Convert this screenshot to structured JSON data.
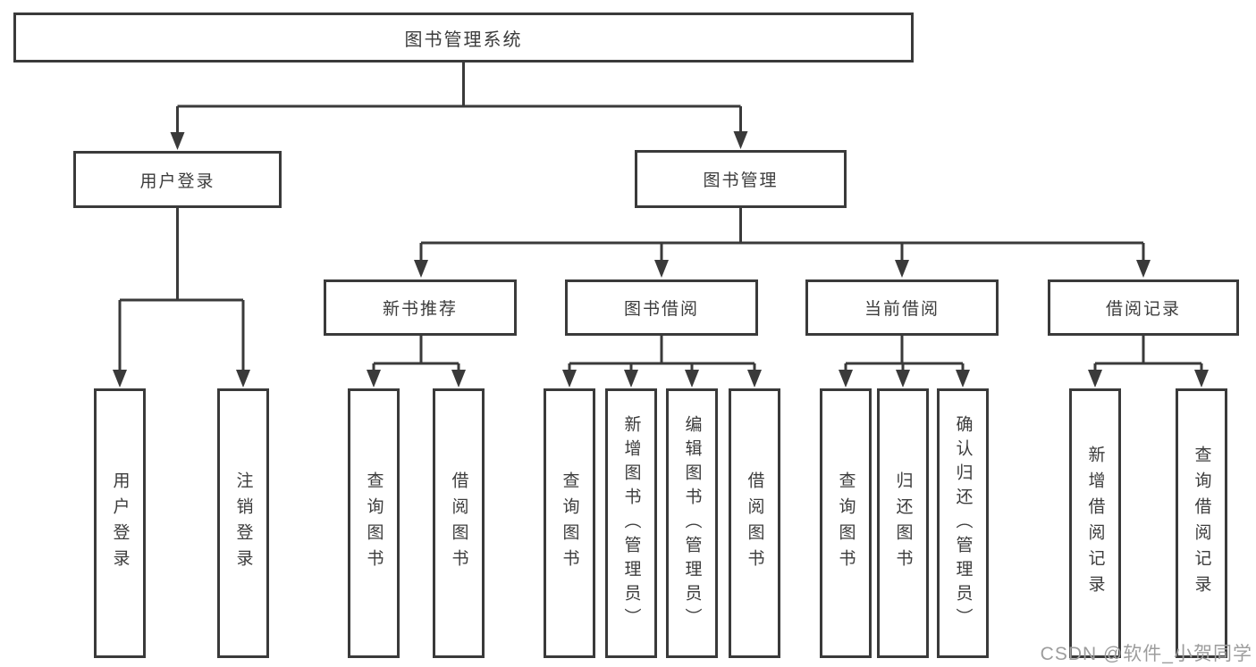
{
  "tree": {
    "label": "图书管理系统",
    "children": [
      {
        "label": "用户登录",
        "children": [
          {
            "label": "用户登录"
          },
          {
            "label": "注销登录"
          }
        ]
      },
      {
        "label": "图书管理",
        "children": [
          {
            "label": "新书推荐",
            "children": [
              {
                "label": "查询图书"
              },
              {
                "label": "借阅图书"
              }
            ]
          },
          {
            "label": "图书借阅",
            "children": [
              {
                "label": "查询图书"
              },
              {
                "label": "新增图书（管理员）"
              },
              {
                "label": "编辑图书（管理员）"
              },
              {
                "label": "借阅图书"
              }
            ]
          },
          {
            "label": "当前借阅",
            "children": [
              {
                "label": "查询图书"
              },
              {
                "label": "归还图书"
              },
              {
                "label": "确认归还（管理员）"
              }
            ]
          },
          {
            "label": "借阅记录",
            "children": [
              {
                "label": "新增借阅记录"
              },
              {
                "label": "查询借阅记录"
              }
            ]
          }
        ]
      }
    ]
  },
  "watermark": {
    "text": "CSDN @软件_小贺同学"
  },
  "colors": {
    "line": "#3a3a3a",
    "box_border": "#3a3a3a",
    "text": "#3c3c3c",
    "background": "#ffffff",
    "watermark": "#9d9d9d"
  }
}
